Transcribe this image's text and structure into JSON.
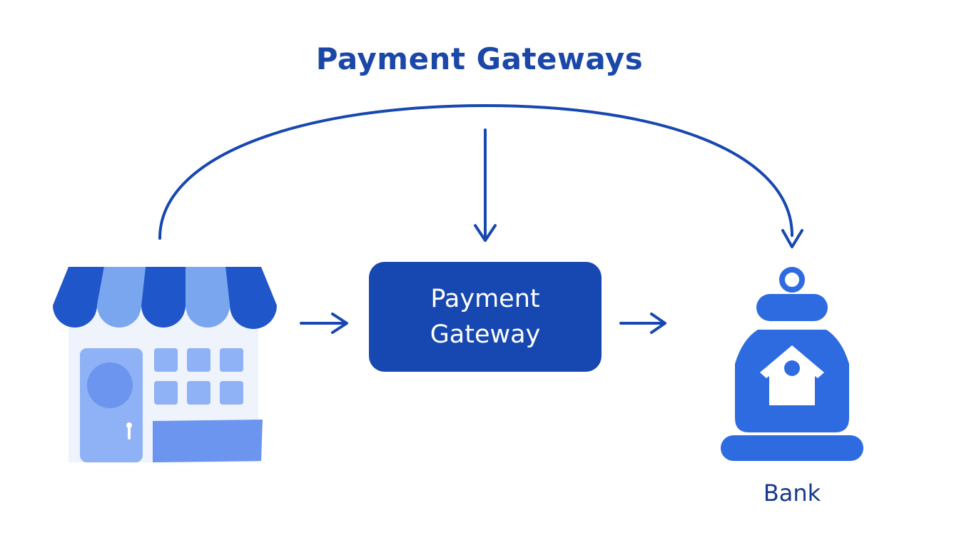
{
  "diagram": {
    "title": "Payment Gateways",
    "gateway": {
      "line1": "Payment",
      "line2": "Gateway"
    },
    "bank_label": "Bank"
  },
  "colors": {
    "primary": "#1747b0",
    "title": "#1a47a8",
    "awning_dark": "#2563d6",
    "awning_light": "#7aa6f0",
    "store_light": "#8fb1f5",
    "store_bg": "#eef3fc",
    "bank": "#2e6be0"
  },
  "icons": {
    "store": "storefront-icon",
    "bank": "bank-bag-icon"
  }
}
